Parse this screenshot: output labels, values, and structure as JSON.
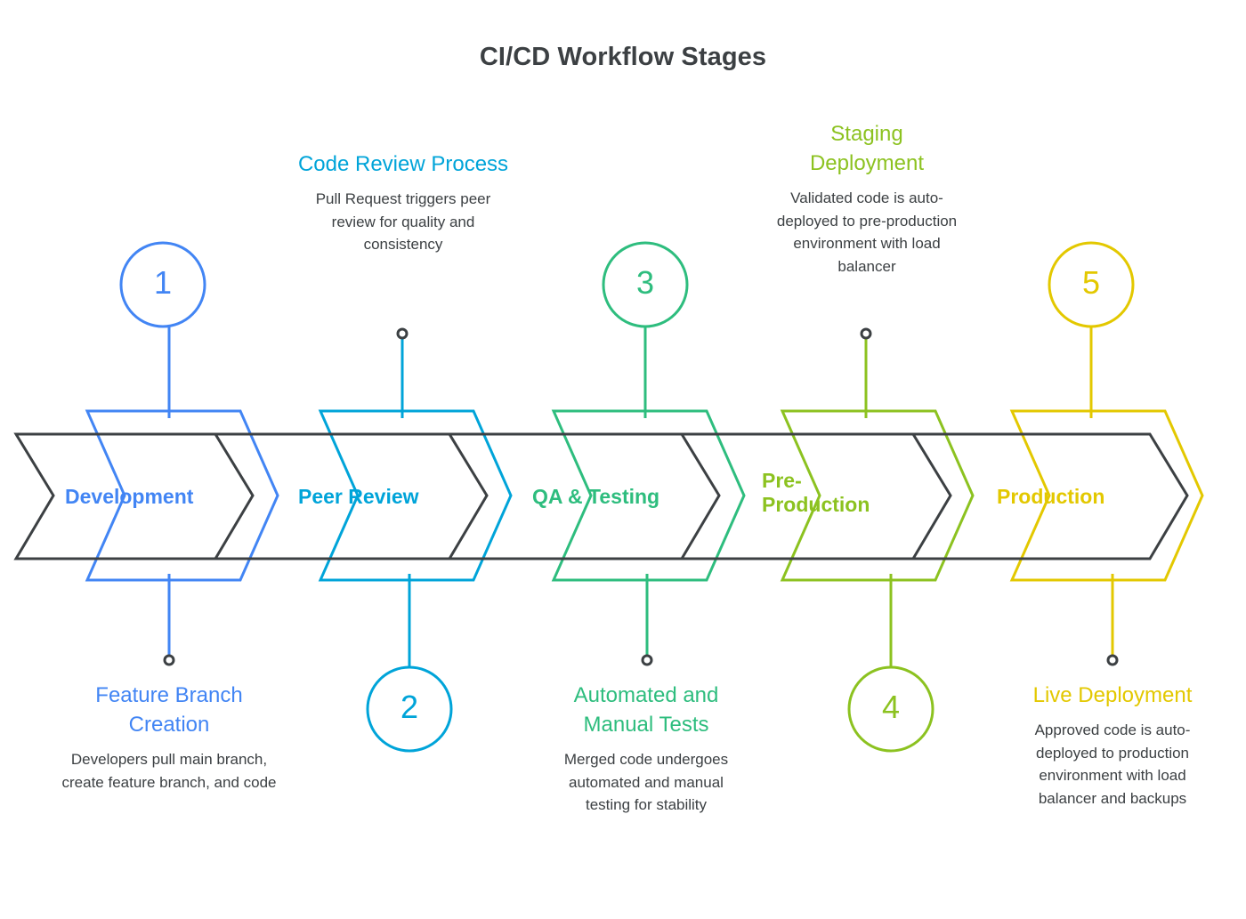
{
  "title": "CI/CD Workflow Stages",
  "colors": {
    "band": "#3c4043",
    "text_body": "#3c4043",
    "title": "#3c4043",
    "stage1": "#4285F4",
    "stage2": "#00A4D9",
    "stage3": "#2EBD7E",
    "stage4": "#8CC220",
    "stage5": "#E3C800",
    "marker_ring": "#3c4043"
  },
  "stages": [
    {
      "number": "1",
      "band_label": "Development",
      "callout_title": "Feature Branch Creation",
      "callout_desc": "Developers pull main branch, create feature branch, and code",
      "callout_side": "bottom",
      "color": "#4285F4"
    },
    {
      "number": "2",
      "band_label": "Peer Review",
      "callout_title": "Code Review Process",
      "callout_desc": "Pull Request triggers peer review for quality and consistency",
      "callout_side": "top",
      "color": "#00A4D9"
    },
    {
      "number": "3",
      "band_label": "QA & Testing",
      "callout_title": "Automated and Manual Tests",
      "callout_desc": "Merged code undergoes automated and manual testing for stability",
      "callout_side": "bottom",
      "color": "#2EBD7E"
    },
    {
      "number": "4",
      "band_label": "Pre-Production",
      "callout_title": "Staging Deployment",
      "callout_desc": "Validated code is auto-deployed to pre-production environment with load balancer",
      "callout_side": "top",
      "color": "#8CC220"
    },
    {
      "number": "5",
      "band_label": "Production",
      "callout_title": "Live Deployment",
      "callout_desc": "Approved code is auto-deployed to production environment with load balancer and backups",
      "callout_side": "bottom",
      "color": "#E3C800"
    }
  ]
}
